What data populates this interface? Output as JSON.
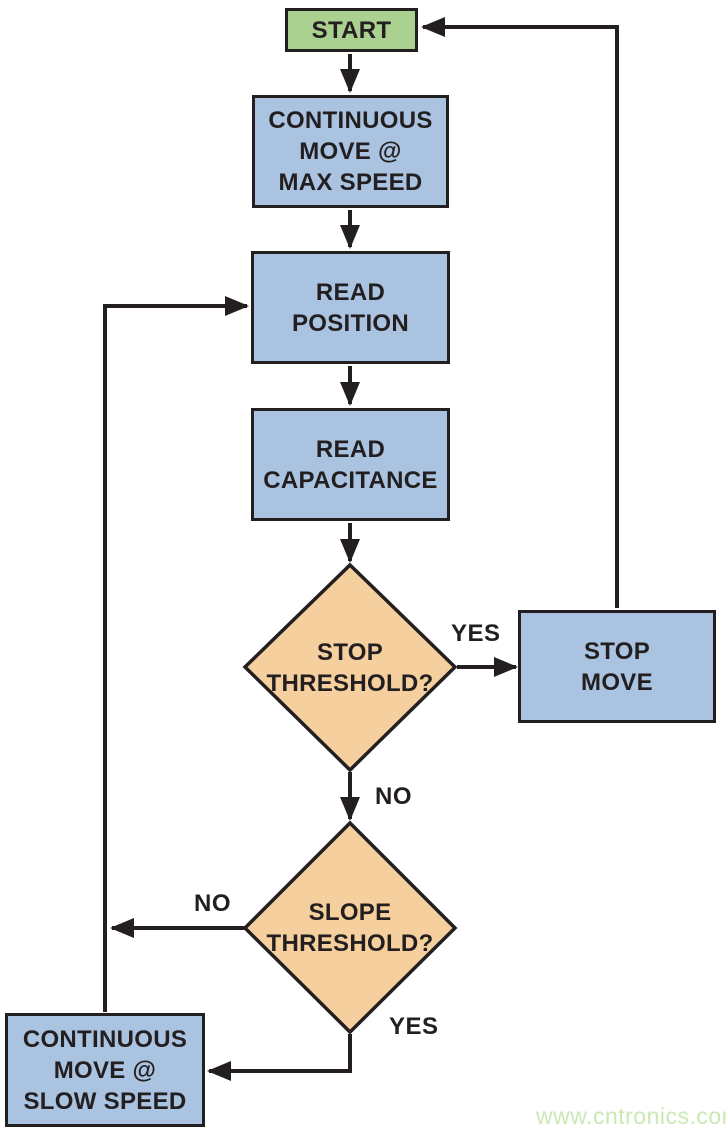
{
  "diagram": {
    "type": "flowchart",
    "nodes": {
      "start": {
        "label": "START"
      },
      "max_speed": {
        "line1": "CONTINUOUS",
        "line2": "MOVE @",
        "line3": "MAX SPEED"
      },
      "read_position": {
        "line1": "READ",
        "line2": "POSITION"
      },
      "read_capacitance": {
        "line1": "READ",
        "line2": "CAPACITANCE"
      },
      "stop_threshold": {
        "line1": "STOP",
        "line2": "THRESHOLD?"
      },
      "stop_move": {
        "line1": "STOP",
        "line2": "MOVE"
      },
      "slope_threshold": {
        "line1": "SLOPE",
        "line2": "THRESHOLD?"
      },
      "slow_speed": {
        "line1": "CONTINUOUS",
        "line2": "MOVE @",
        "line3": "SLOW SPEED"
      }
    },
    "edge_labels": {
      "stop_yes": "YES",
      "stop_no": "NO",
      "slope_no": "NO",
      "slope_yes": "YES"
    },
    "edges": [
      {
        "from": "START",
        "to": "CONTINUOUS MOVE @ MAX SPEED",
        "label": ""
      },
      {
        "from": "CONTINUOUS MOVE @ MAX SPEED",
        "to": "READ POSITION",
        "label": ""
      },
      {
        "from": "READ POSITION",
        "to": "READ CAPACITANCE",
        "label": ""
      },
      {
        "from": "READ CAPACITANCE",
        "to": "STOP THRESHOLD?",
        "label": ""
      },
      {
        "from": "STOP THRESHOLD?",
        "to": "STOP MOVE",
        "label": "YES"
      },
      {
        "from": "STOP MOVE",
        "to": "START",
        "label": ""
      },
      {
        "from": "STOP THRESHOLD?",
        "to": "SLOPE THRESHOLD?",
        "label": "NO"
      },
      {
        "from": "SLOPE THRESHOLD?",
        "to": "READ POSITION",
        "label": "NO"
      },
      {
        "from": "SLOPE THRESHOLD?",
        "to": "CONTINUOUS MOVE @ SLOW SPEED",
        "label": "YES"
      },
      {
        "from": "CONTINUOUS MOVE @ SLOW SPEED",
        "to": "READ POSITION",
        "label": ""
      }
    ],
    "colors": {
      "start_fill": "#aad18f",
      "process_fill": "#a9c3e1",
      "decision_fill": "#f5cf9d",
      "outline": "#231f20",
      "background": "#ffffff",
      "watermark_text": "#cbe8b2"
    },
    "watermark": "www.cntronics.com"
  }
}
